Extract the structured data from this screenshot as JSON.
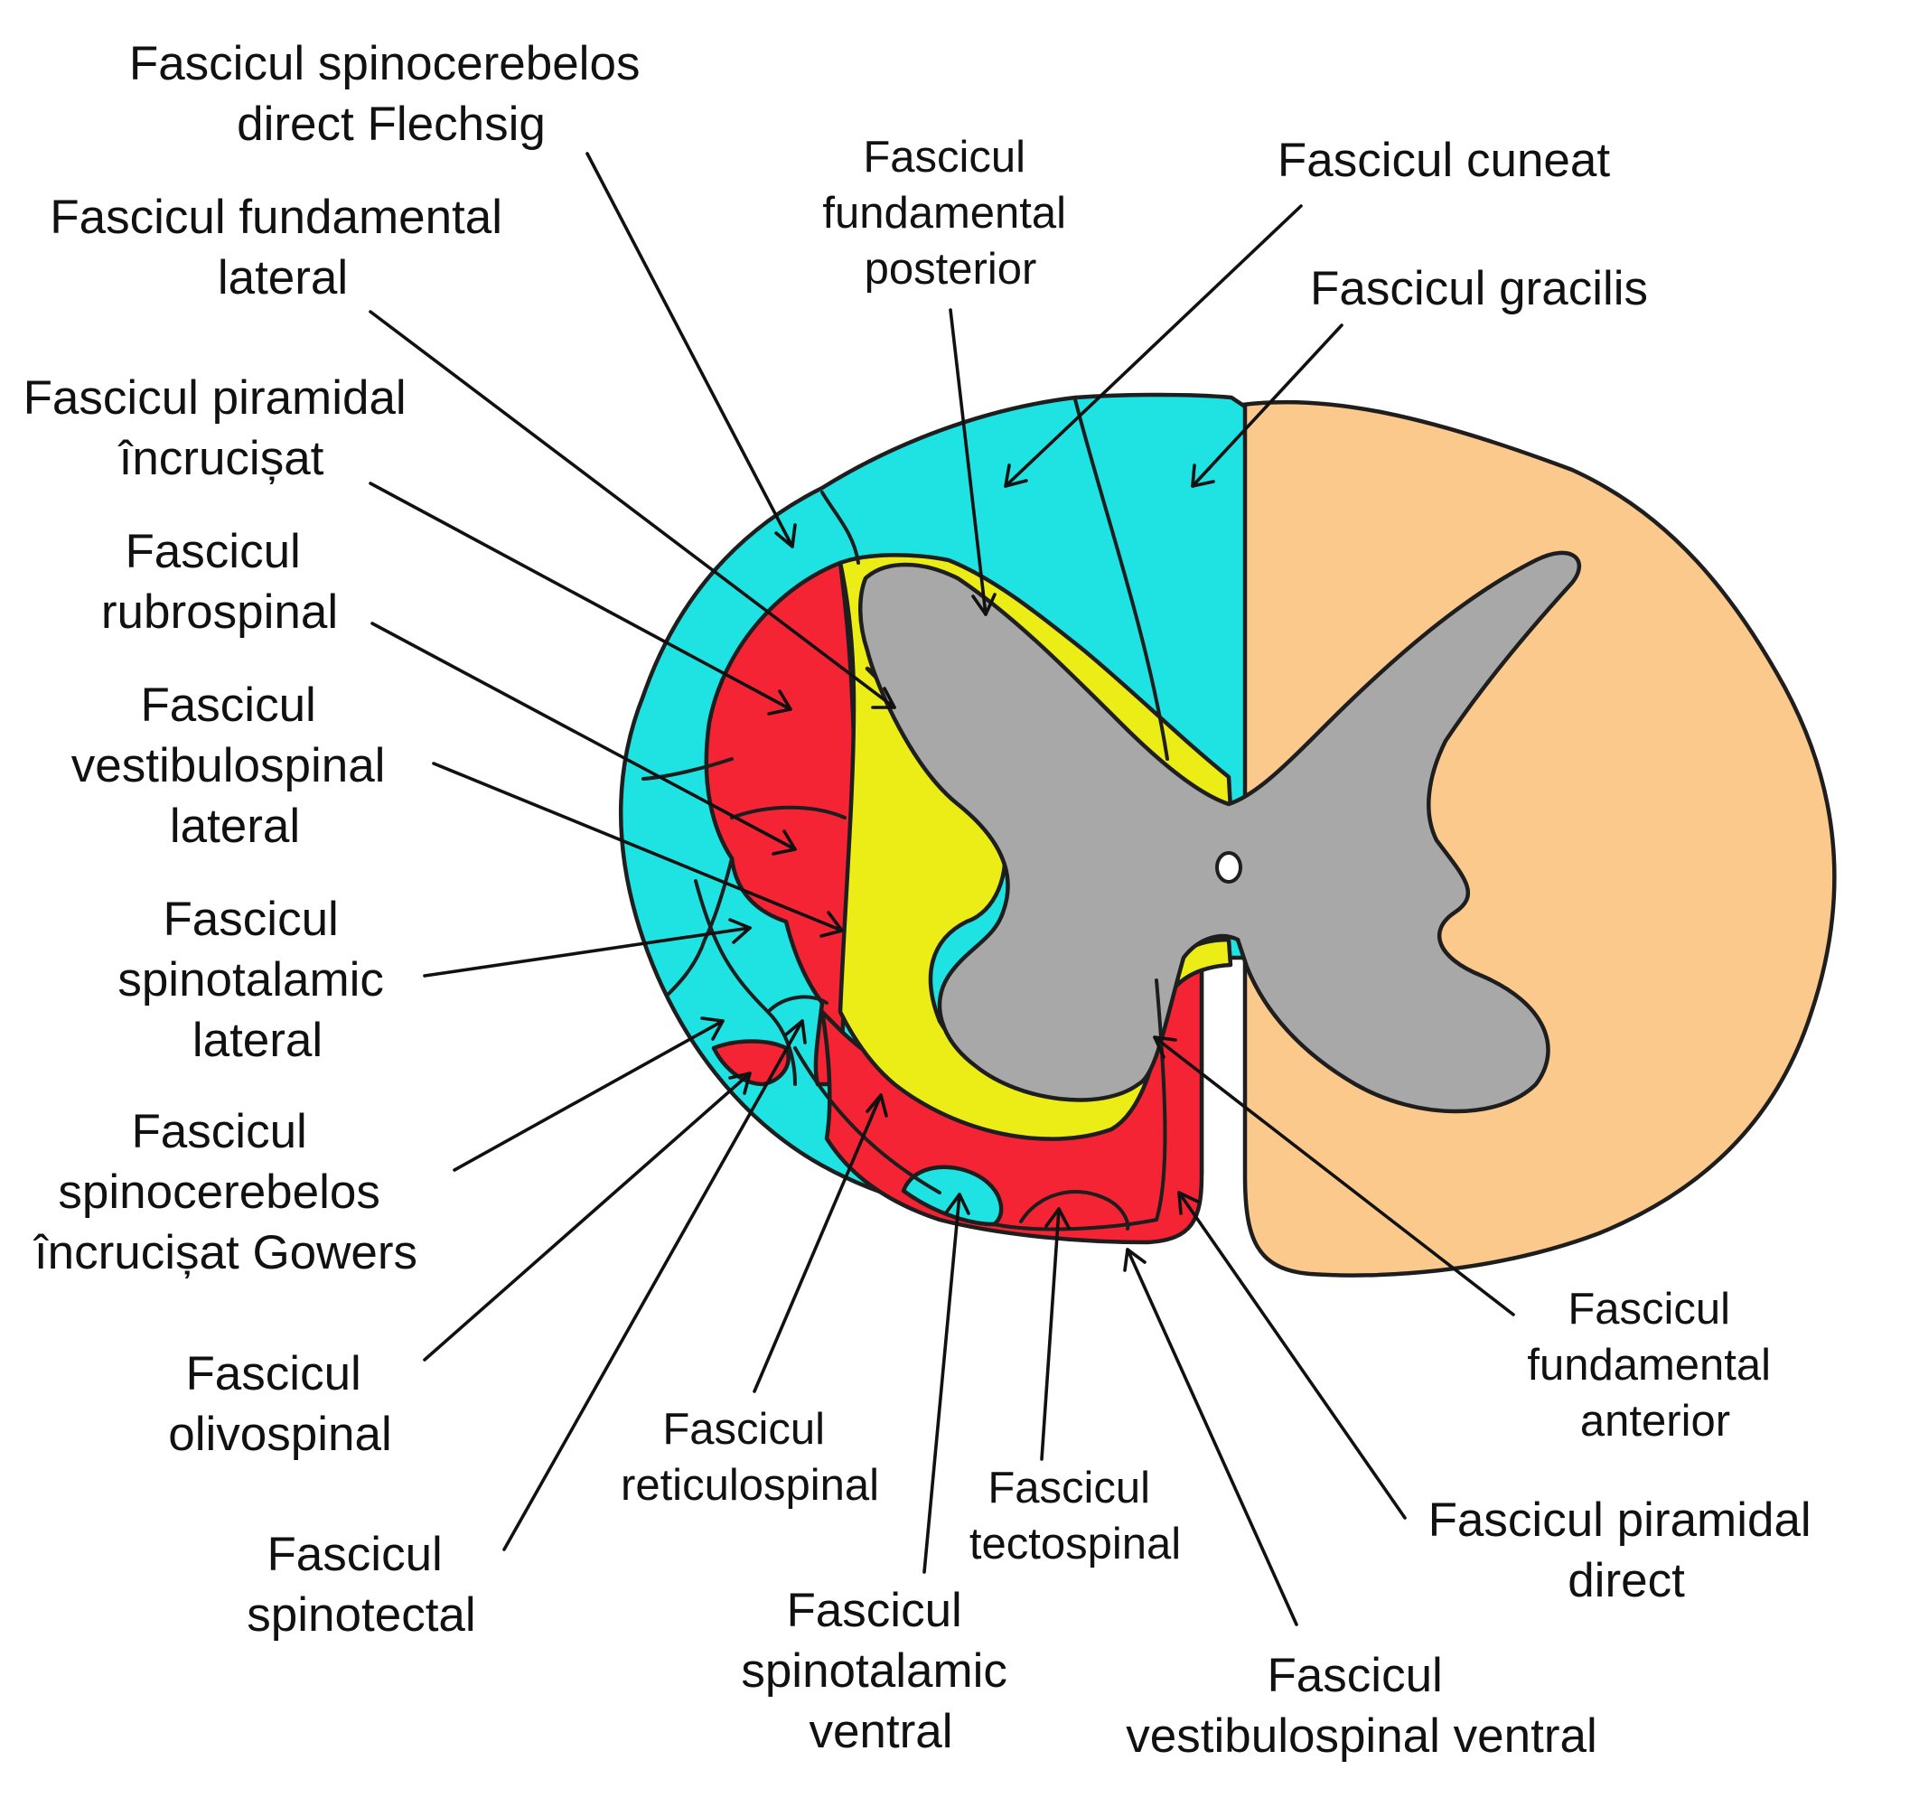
{
  "colors": {
    "cyan": "#1fe3e3",
    "red": "#f42434",
    "yellow": "#ecec16",
    "gray": "#a8a8a8",
    "peach": "#fcc98d",
    "outline": "#1e1e1e"
  },
  "labels": {
    "spinocerebelos_direct": [
      "Fascicul spinocerebelos",
      "direct Flechsig"
    ],
    "fundamental_lateral": [
      "Fascicul fundamental",
      "lateral"
    ],
    "piramidal_incrucisat": [
      "Fascicul piramidal",
      "încrucișat"
    ],
    "rubrospinal": [
      "Fascicul",
      "rubrospinal"
    ],
    "vestibulospinal_lateral": [
      "Fascicul",
      "vestibulospinal",
      "lateral"
    ],
    "spinotalamic_lateral": [
      "Fascicul",
      "spinotalamic",
      "lateral"
    ],
    "spinocerebelos_incrucisat": [
      "Fascicul",
      "spinocerebelos",
      "încrucișat Gowers"
    ],
    "olivospinal": [
      "Fascicul",
      "olivospinal"
    ],
    "spinotectal": [
      "Fascicul",
      "spinotectal"
    ],
    "reticulospinal": [
      "Fascicul",
      "reticulospinal"
    ],
    "spinotalamic_ventral": [
      "Fascicul",
      "spinotalamic",
      "ventral"
    ],
    "tectospinal": [
      "Fascicul",
      "tectospinal"
    ],
    "vestibulospinal_ventral": [
      "Fascicul",
      "vestibulospinal ventral"
    ],
    "piramidal_direct": [
      "Fascicul piramidal",
      "direct"
    ],
    "fundamental_anterior": [
      "Fascicul",
      "fundamental",
      "anterior"
    ],
    "fundamental_posterior": [
      "Fascicul",
      "fundamental",
      "posterior"
    ],
    "cuneat": [
      "Fascicul cuneat"
    ],
    "gracilis": [
      "Fascicul gracilis"
    ]
  }
}
